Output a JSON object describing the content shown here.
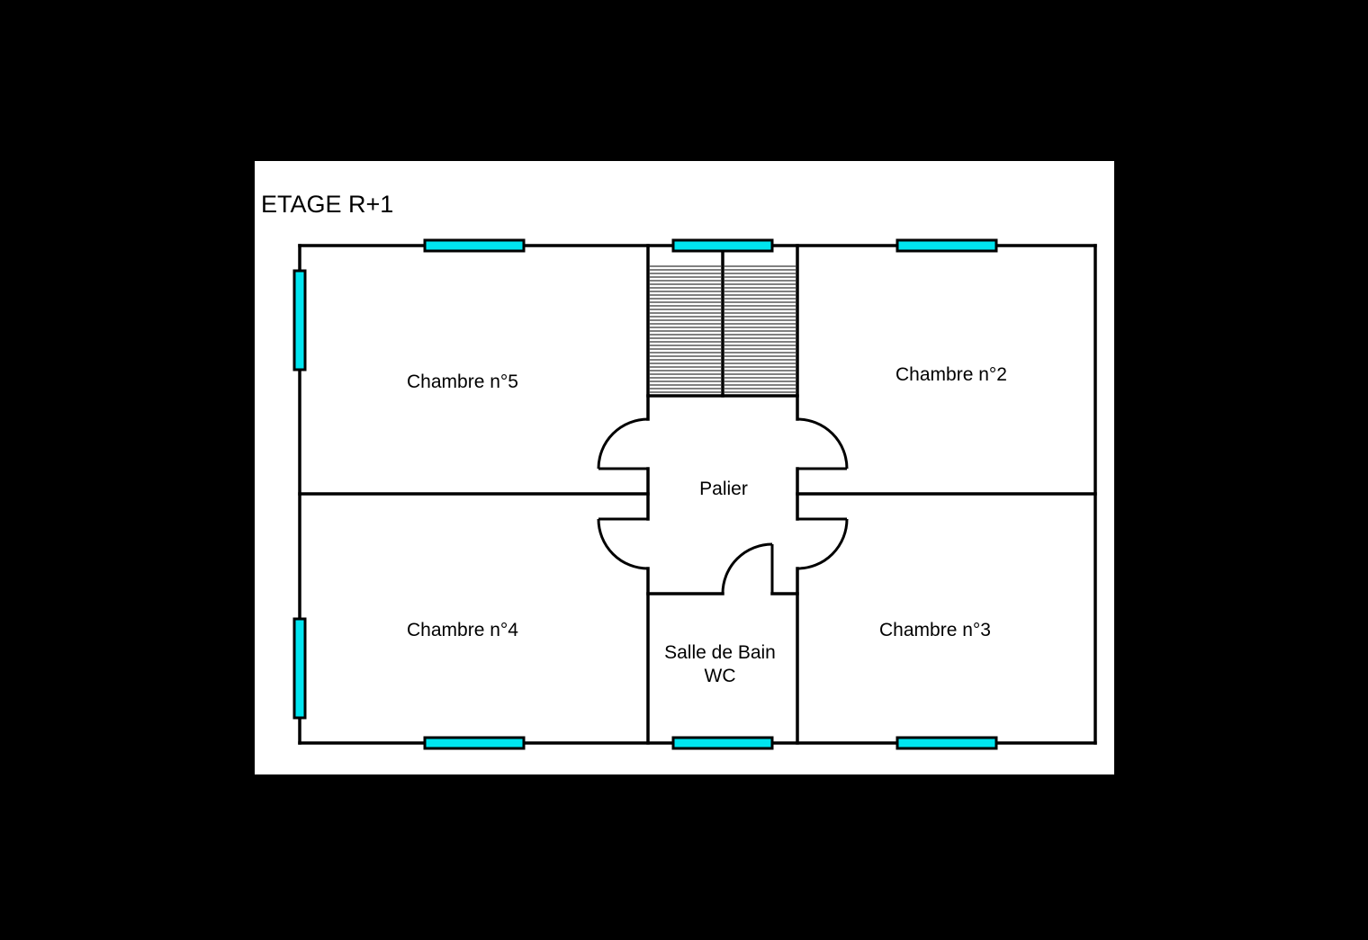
{
  "title": "ETAGE R+1",
  "rooms": {
    "chambre5": "Chambre n°5",
    "chambre2": "Chambre n°2",
    "chambre4": "Chambre n°4",
    "chambre3": "Chambre n°3",
    "palier": "Palier",
    "salle_de_bain_line1": "Salle de Bain",
    "salle_de_bain_line2": "WC"
  },
  "colors": {
    "background": "#000000",
    "sheet": "#ffffff",
    "walls": "#000000",
    "windows": "#00e5f0"
  }
}
